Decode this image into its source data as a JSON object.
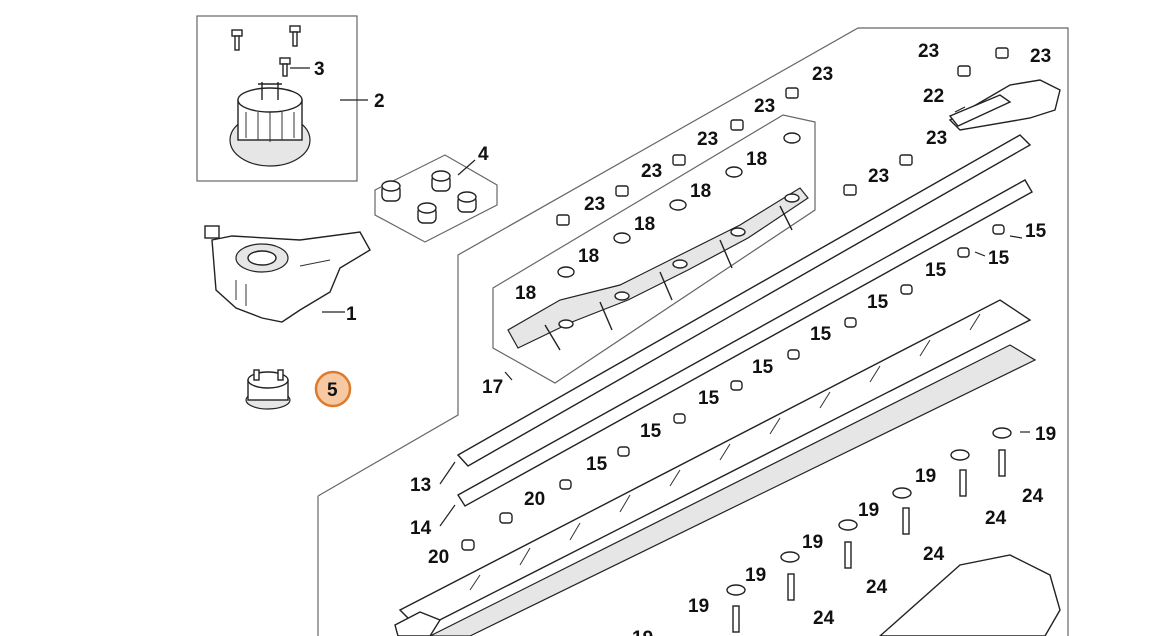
{
  "callouts": [
    {
      "id": "c1",
      "label": "1"
    },
    {
      "id": "c2",
      "label": "2"
    },
    {
      "id": "c3",
      "label": "3"
    },
    {
      "id": "c4",
      "label": "4"
    },
    {
      "id": "c5",
      "label": "5",
      "highlighted": true
    },
    {
      "id": "c13",
      "label": "13"
    },
    {
      "id": "c14",
      "label": "14"
    },
    {
      "id": "c15",
      "label": "15"
    },
    {
      "id": "c17",
      "label": "17"
    },
    {
      "id": "c18",
      "label": "18"
    },
    {
      "id": "c19",
      "label": "19"
    },
    {
      "id": "c20",
      "label": "20"
    },
    {
      "id": "c22",
      "label": "22"
    },
    {
      "id": "c23",
      "label": "23"
    },
    {
      "id": "c24",
      "label": "24"
    }
  ],
  "colors": {
    "highlight_fill": "#f6c9a3",
    "highlight_stroke": "#e07a2b",
    "ink": "#111111"
  }
}
